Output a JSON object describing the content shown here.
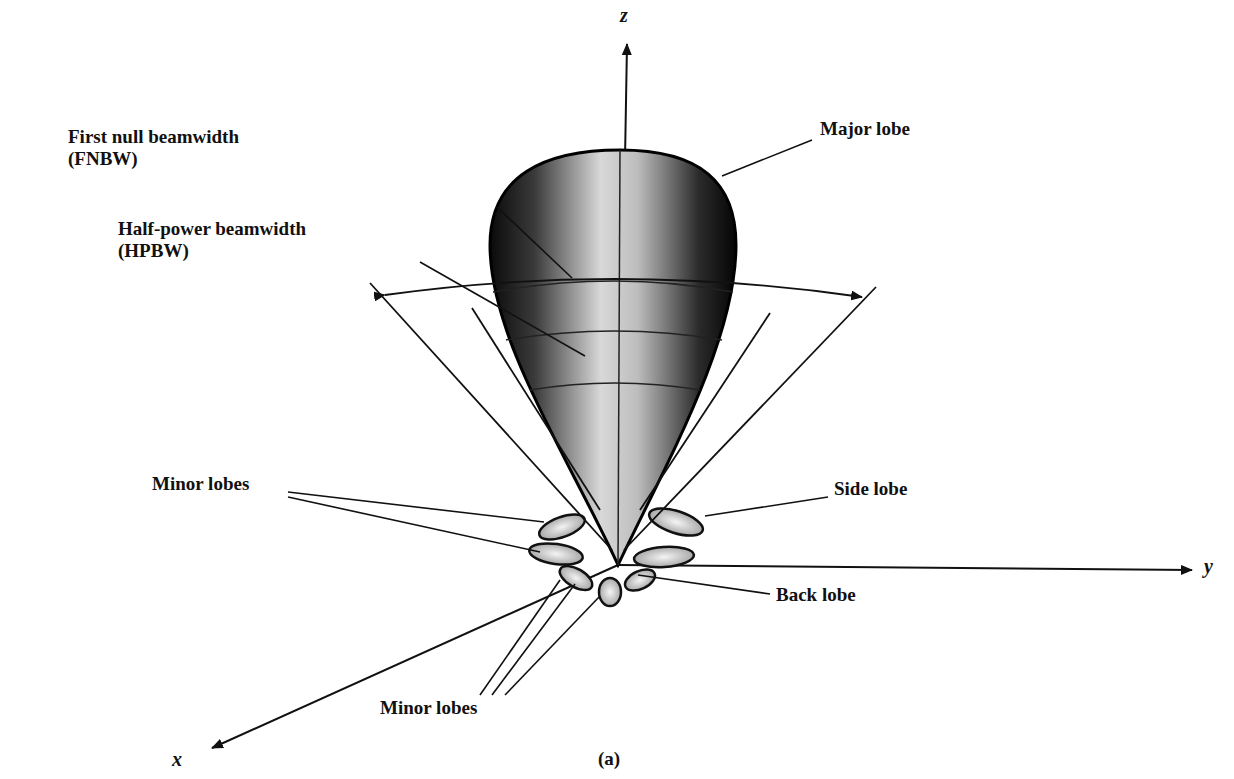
{
  "diagram": {
    "labels": [
      "z",
      "First null beamwidth (FNBW)",
      "Half-power beamwidth (HPBW)",
      "Major lobe",
      "Minor lobes",
      "Side lobe",
      "y",
      "Back lobe",
      "Minor lobes",
      "x",
      "(a)"
    ]
  }
}
